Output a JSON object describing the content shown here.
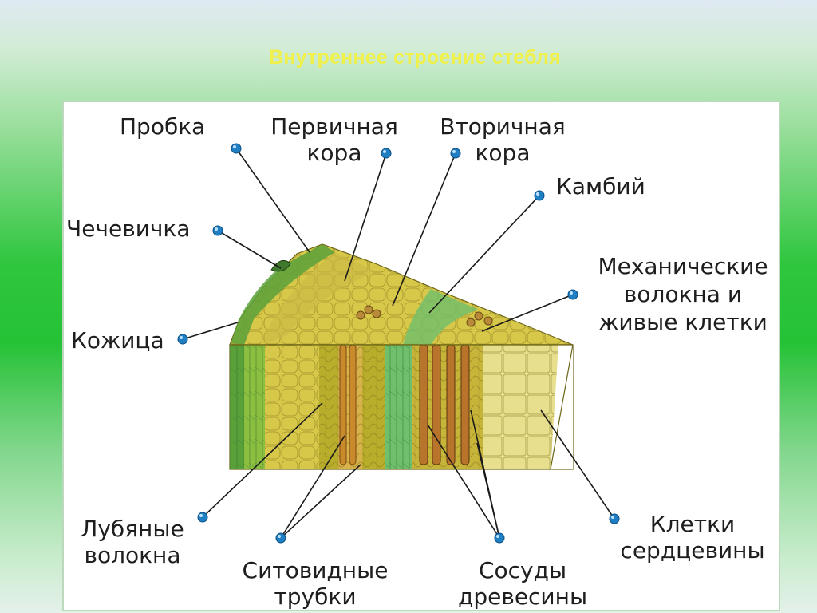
{
  "title": "Внутреннее строение стебля",
  "labels": {
    "probka": "Пробка",
    "pervichnaya_kora": "Первичная\nкора",
    "vtorichnaya_kora": "Вторичная\nкора",
    "kambiy": "Камбий",
    "chechevichka": "Чечевичка",
    "mekhanicheskie": "Механические\nволокна и\nживые клетки",
    "kozhitsa": "Кожица",
    "lubyanye": "Лубяные\nволокна",
    "sitovidnye": "Ситовидные\nтрубки",
    "sosudy": "Сосуды\nдревесины",
    "kletki": "Клетки\nсердцевины"
  },
  "colors": {
    "marker": "#1f7fc2",
    "leader": "#1a1a1a",
    "title": "#f0f04a",
    "cork": "#5aa13a",
    "cortex": "#d7c84a",
    "bast": "#b9ad2c",
    "sieve": "#c98a2b",
    "cambium": "#6fbf6c",
    "xylem": "#c7b53a",
    "vessel": "#b9742c",
    "pith": "#e7df8e"
  }
}
